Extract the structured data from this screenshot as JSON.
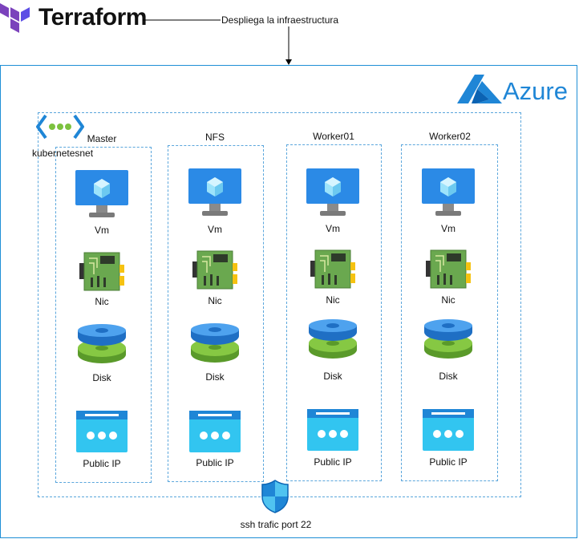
{
  "terraform": {
    "logo_text": "Terraform",
    "edge_label": "Despliega la infraestructura"
  },
  "azure": {
    "logo_text": "Azure"
  },
  "vnet": {
    "label": "kubernetesnet"
  },
  "nodes": [
    {
      "name": "Master",
      "vm": "Vm",
      "nic": "Nic",
      "disk": "Disk",
      "ip": "Public IP"
    },
    {
      "name": "NFS",
      "vm": "Vm",
      "nic": "Nic",
      "disk": "Disk",
      "ip": "Public IP"
    },
    {
      "name": "Worker01",
      "vm": "Vm",
      "nic": "Nic",
      "disk": "Disk",
      "ip": "Public IP"
    },
    {
      "name": "Worker02",
      "vm": "Vm",
      "nic": "Nic",
      "disk": "Disk",
      "ip": "Public IP"
    }
  ],
  "nsg": {
    "label": "ssh trafic port 22"
  },
  "colors": {
    "terraform_purple": "#7b42bc",
    "azure_blue": "#1f86d6",
    "vm_blue": "#2b8ae6",
    "nic_green": "#6aa84f",
    "disk_blue": "#3b8fe0",
    "disk_green": "#7cc23f",
    "ip_cyan": "#32c5f0",
    "box_border": "#5aa6dc"
  }
}
